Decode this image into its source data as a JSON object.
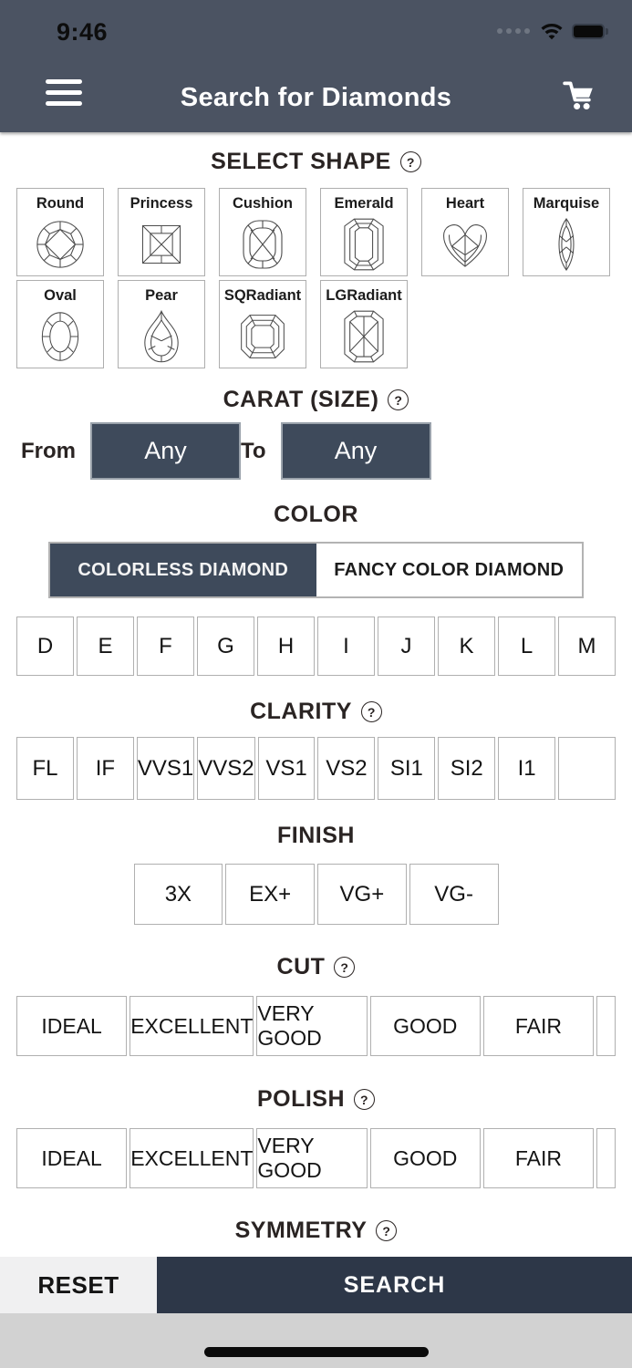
{
  "status_bar": {
    "time": "9:46"
  },
  "header": {
    "title": "Search for Diamonds"
  },
  "icons": {
    "help": "?"
  },
  "sections": {
    "shape": {
      "title": "SELECT SHAPE",
      "shapes": [
        {
          "id": "round",
          "label": "Round",
          "icon": "round-diamond-icon"
        },
        {
          "id": "princess",
          "label": "Princess",
          "icon": "princess-diamond-icon"
        },
        {
          "id": "cushion",
          "label": "Cushion",
          "icon": "cushion-diamond-icon"
        },
        {
          "id": "emerald",
          "label": "Emerald",
          "icon": "emerald-diamond-icon"
        },
        {
          "id": "heart",
          "label": "Heart",
          "icon": "heart-diamond-icon"
        },
        {
          "id": "marquise",
          "label": "Marquise",
          "icon": "marquise-diamond-icon"
        },
        {
          "id": "oval",
          "label": "Oval",
          "icon": "oval-diamond-icon"
        },
        {
          "id": "pear",
          "label": "Pear",
          "icon": "pear-diamond-icon"
        },
        {
          "id": "sqradiant",
          "label": "SQRadiant",
          "icon": "sqradiant-diamond-icon"
        },
        {
          "id": "lgradiant",
          "label": "LGRadiant",
          "icon": "lgradiant-diamond-icon"
        }
      ]
    },
    "carat": {
      "title": "CARAT (SIZE)",
      "from_label": "From",
      "to_label": "To",
      "from_value": "Any",
      "to_value": "Any"
    },
    "color": {
      "title": "COLOR",
      "tabs": [
        {
          "label": "COLORLESS DIAMOND",
          "selected": true
        },
        {
          "label": "FANCY COLOR DIAMOND",
          "selected": false
        }
      ],
      "grades": [
        "D",
        "E",
        "F",
        "G",
        "H",
        "I",
        "J",
        "K",
        "L",
        "M"
      ]
    },
    "clarity": {
      "title": "CLARITY",
      "grades": [
        "FL",
        "IF",
        "VVS1",
        "VVS2",
        "VS1",
        "VS2",
        "SI1",
        "SI2",
        "I1",
        ""
      ]
    },
    "finish": {
      "title": "FINISH",
      "options": [
        "3X",
        "EX+",
        "VG+",
        "VG-"
      ]
    },
    "cut": {
      "title": "CUT",
      "options": [
        "IDEAL",
        "EXCELLENT",
        "VERY GOOD",
        "GOOD",
        "FAIR",
        ""
      ]
    },
    "polish": {
      "title": "POLISH",
      "options": [
        "IDEAL",
        "EXCELLENT",
        "VERY GOOD",
        "GOOD",
        "FAIR",
        ""
      ]
    },
    "symmetry": {
      "title": "SYMMETRY"
    }
  },
  "footer": {
    "reset_label": "RESET",
    "search_label": "SEARCH"
  },
  "colors": {
    "header_bg": "#4b5362",
    "accent_dark": "#3e4a5b",
    "search_bg": "#2d3748",
    "cell_border": "#b0b0b0",
    "heading_text": "#2a2423",
    "bottom_strip": "#d2d2d2"
  }
}
